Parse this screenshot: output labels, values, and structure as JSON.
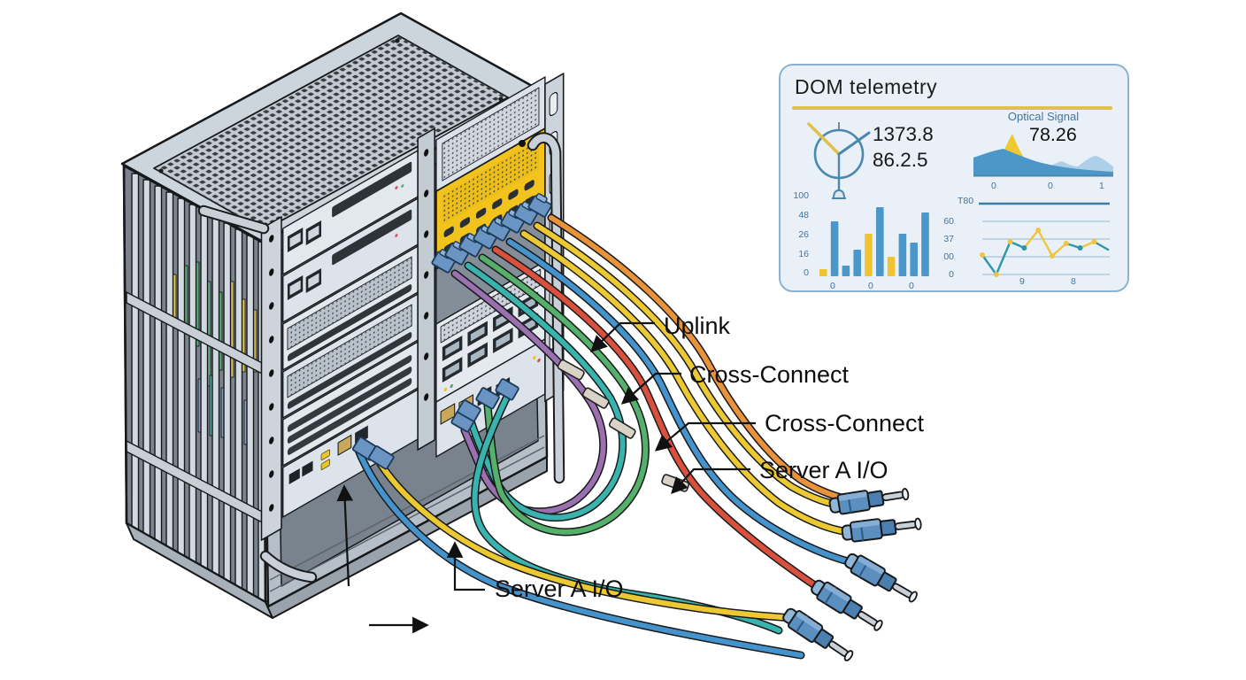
{
  "diagram": {
    "labels": {
      "uplink": "Uplink",
      "cross_connect_1": "Cross-Connect",
      "cross_connect_2": "Cross-Connect",
      "server_a_io_right": "Server A I/O",
      "server_a_io_bottom": "Server A I/O"
    },
    "cable_colors": {
      "red": "#d9503d",
      "orange": "#e8923a",
      "yellow": "#ecc832",
      "green": "#54b06a",
      "teal": "#39b3ad",
      "blue": "#4593cc",
      "purple": "#9a70b0"
    },
    "rack_colors": {
      "cabinet": "#c8cfd7",
      "panel_yellow": "#f2c31d",
      "connector_blue": "#5b8fc0"
    }
  },
  "telemetry": {
    "title": "DOM telemetry",
    "accent_yellow": "#dfc14e",
    "accent_blue": "#4a88ae",
    "gauge": {
      "value_1": "1373.8",
      "value_2": "86.2.5"
    }
  },
  "chart_data": [
    {
      "id": "port-activity-bars",
      "type": "bar",
      "values": [
        8,
        62,
        12,
        30,
        48,
        78,
        22,
        48,
        38,
        72
      ],
      "colors": [
        "#f0c431",
        "#4b97c9",
        "#4b97c9",
        "#4b97c9",
        "#f0c431",
        "#4b97c9",
        "#f0c431",
        "#4b97c9",
        "#4b97c9",
        "#4b97c9"
      ],
      "y_ticks": [
        "100",
        "48",
        "26",
        "16",
        "0"
      ],
      "x_ticks": [
        "0",
        "0",
        "0"
      ],
      "ylim": [
        0,
        100
      ],
      "grid": false,
      "legend": "none"
    },
    {
      "id": "optical-signal-area",
      "type": "area",
      "title": "Optical Signal",
      "value": "78.26",
      "x_ticks": [
        "0",
        "0",
        "1"
      ],
      "series": [
        {
          "name": "primary",
          "color": "#4d96c8"
        },
        {
          "name": "secondary",
          "color": "#aecfe8"
        },
        {
          "name": "peak",
          "color": "#f0c832"
        }
      ]
    },
    {
      "id": "temperature-line",
      "type": "line",
      "label": "T80",
      "y_ticks": [
        "60",
        "37",
        "00",
        "0"
      ],
      "x_ticks": [
        "9",
        "8"
      ],
      "points": [
        22,
        0,
        37,
        30,
        50,
        21,
        35,
        30,
        37,
        28
      ],
      "segment_colors": [
        "#2e96ab",
        "#2e96ab",
        "#2e96ab",
        "#eec73f",
        "#eec73f",
        "#eec73f",
        "#2e96ab",
        "#eec73f",
        "#2e96ab"
      ],
      "point_colors": [
        "#eec73f",
        "#eec73f",
        "#eec73f",
        "#2e96ab",
        "#eec73f",
        "#eec73f",
        "#eec73f",
        "#2e96ab",
        "#eec73f",
        null
      ],
      "ylim": [
        0,
        60
      ],
      "grid": true
    }
  ]
}
